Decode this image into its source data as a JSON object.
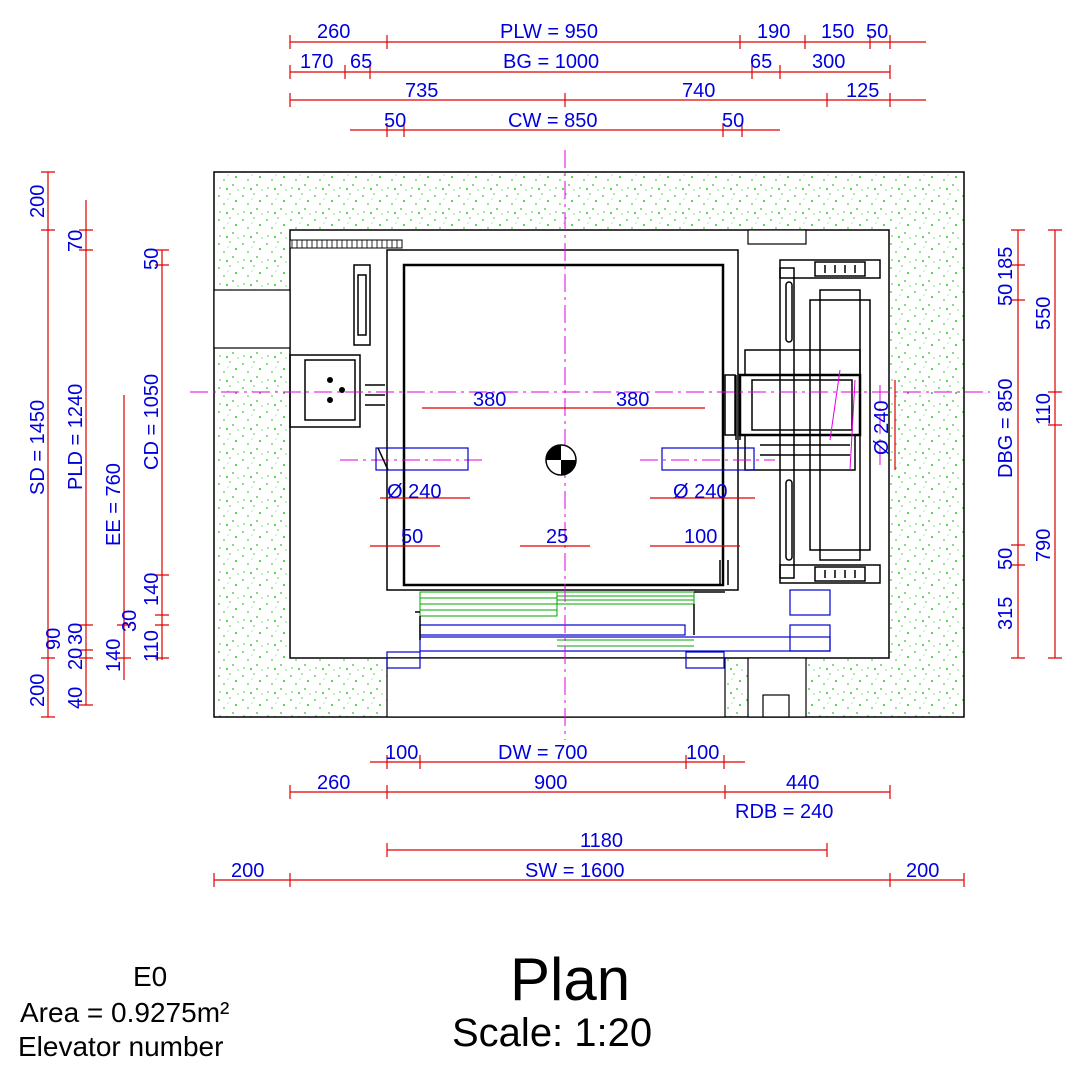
{
  "title": {
    "main": "Plan",
    "scale": "Scale: 1:20",
    "elevator_id": "E0",
    "area": "Area = 0.9275m²",
    "elevator_number": "Elevator number"
  },
  "dims_top": {
    "r1_a": "260",
    "r1_b": "PLW = 950",
    "r1_c": "190",
    "r1_d": "150",
    "r1_e": "50",
    "r2_a": "170",
    "r2_b": "65",
    "r2_c": "BG = 1000",
    "r2_d": "65",
    "r2_e": "300",
    "r3_a": "735",
    "r3_b": "740",
    "r3_c": "125",
    "r4_a": "50",
    "r4_b": "CW = 850",
    "r4_c": "50"
  },
  "dims_inner": {
    "half_left": "380",
    "half_right": "380",
    "dia_right": "Ø 240",
    "dia_left": "Ø 240",
    "dia_vert": "Ø 240",
    "gap_left": "50",
    "gap_mid": "25",
    "gap_right": "100"
  },
  "dims_bottom": {
    "b1_a": "100",
    "b1_b": "DW = 700",
    "b1_c": "100",
    "b2_a": "260",
    "b2_b": "900",
    "b2_c": "440",
    "b3": "RDB = 240",
    "b4": "1180",
    "b5_a": "200",
    "b5_b": "SW = 1600",
    "b5_c": "200"
  },
  "dims_left": {
    "sd": "SD = 1450",
    "pld": "PLD = 1240",
    "cd": "CD = 1050",
    "ee": "EE = 760",
    "v200_top": "200",
    "v70": "70",
    "v50": "50",
    "v140": "140",
    "v30a": "30",
    "v30b": "30",
    "v90": "90",
    "v20": "20",
    "v140b": "140",
    "v110": "110",
    "v200_bot": "200",
    "v40": "40"
  },
  "dims_right": {
    "r185": "185",
    "r50a": "50",
    "r550": "550",
    "dbg": "DBG = 850",
    "r110": "110",
    "r50b": "50",
    "r790": "790",
    "r315": "315"
  },
  "colors": {
    "dimension": "#0000dd",
    "dim_line": "#e00000",
    "center_line": "#e000e0",
    "concrete_dots": "#00cc00",
    "outline": "#000000"
  }
}
